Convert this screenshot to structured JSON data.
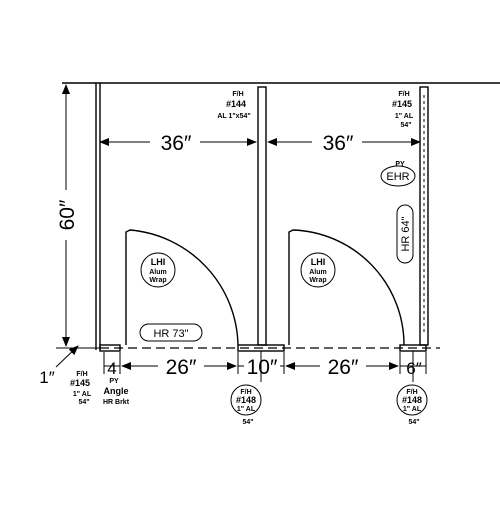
{
  "dimensions": {
    "overall_width_left": "36″",
    "overall_width_right": "36″",
    "overall_height": "60″",
    "pilaster_left": "1″",
    "seg_4": "4",
    "seg_26_left": "26″",
    "seg_10": "10″",
    "seg_26_right": "26″",
    "seg_6": "6″"
  },
  "tags": {
    "top_mid": {
      "l1": "F/H",
      "l2": "#144",
      "l3": "AL 1\"x54\""
    },
    "top_right": {
      "l1": "F/H",
      "l2": "#145",
      "l3": "1\" AL",
      "l4": "54\""
    },
    "bot_left": {
      "l1": "F/H",
      "l2": "#145",
      "l3": "1\" AL",
      "l4": "54\""
    },
    "bot_mid": {
      "l1": "F/H",
      "l2": "#148",
      "l3": "1\" AL",
      "l4": "54\""
    },
    "bot_right": {
      "l1": "F/H",
      "l2": "#148",
      "l3": "1\" AL",
      "l4": "54\""
    }
  },
  "labels": {
    "py_right": "PY",
    "ehr": "EHR",
    "hr_right": "HR 64\"",
    "hr_left": "HR 73\"",
    "lhi_1": {
      "l1": "LHI",
      "l2": "Alum",
      "l3": "Wrap"
    },
    "lhi_2": {
      "l1": "LHI",
      "l2": "Alum",
      "l3": "Wrap"
    },
    "py_angle": {
      "l1": "PY",
      "l2": "Angle",
      "l3": "HR Brkt"
    }
  }
}
